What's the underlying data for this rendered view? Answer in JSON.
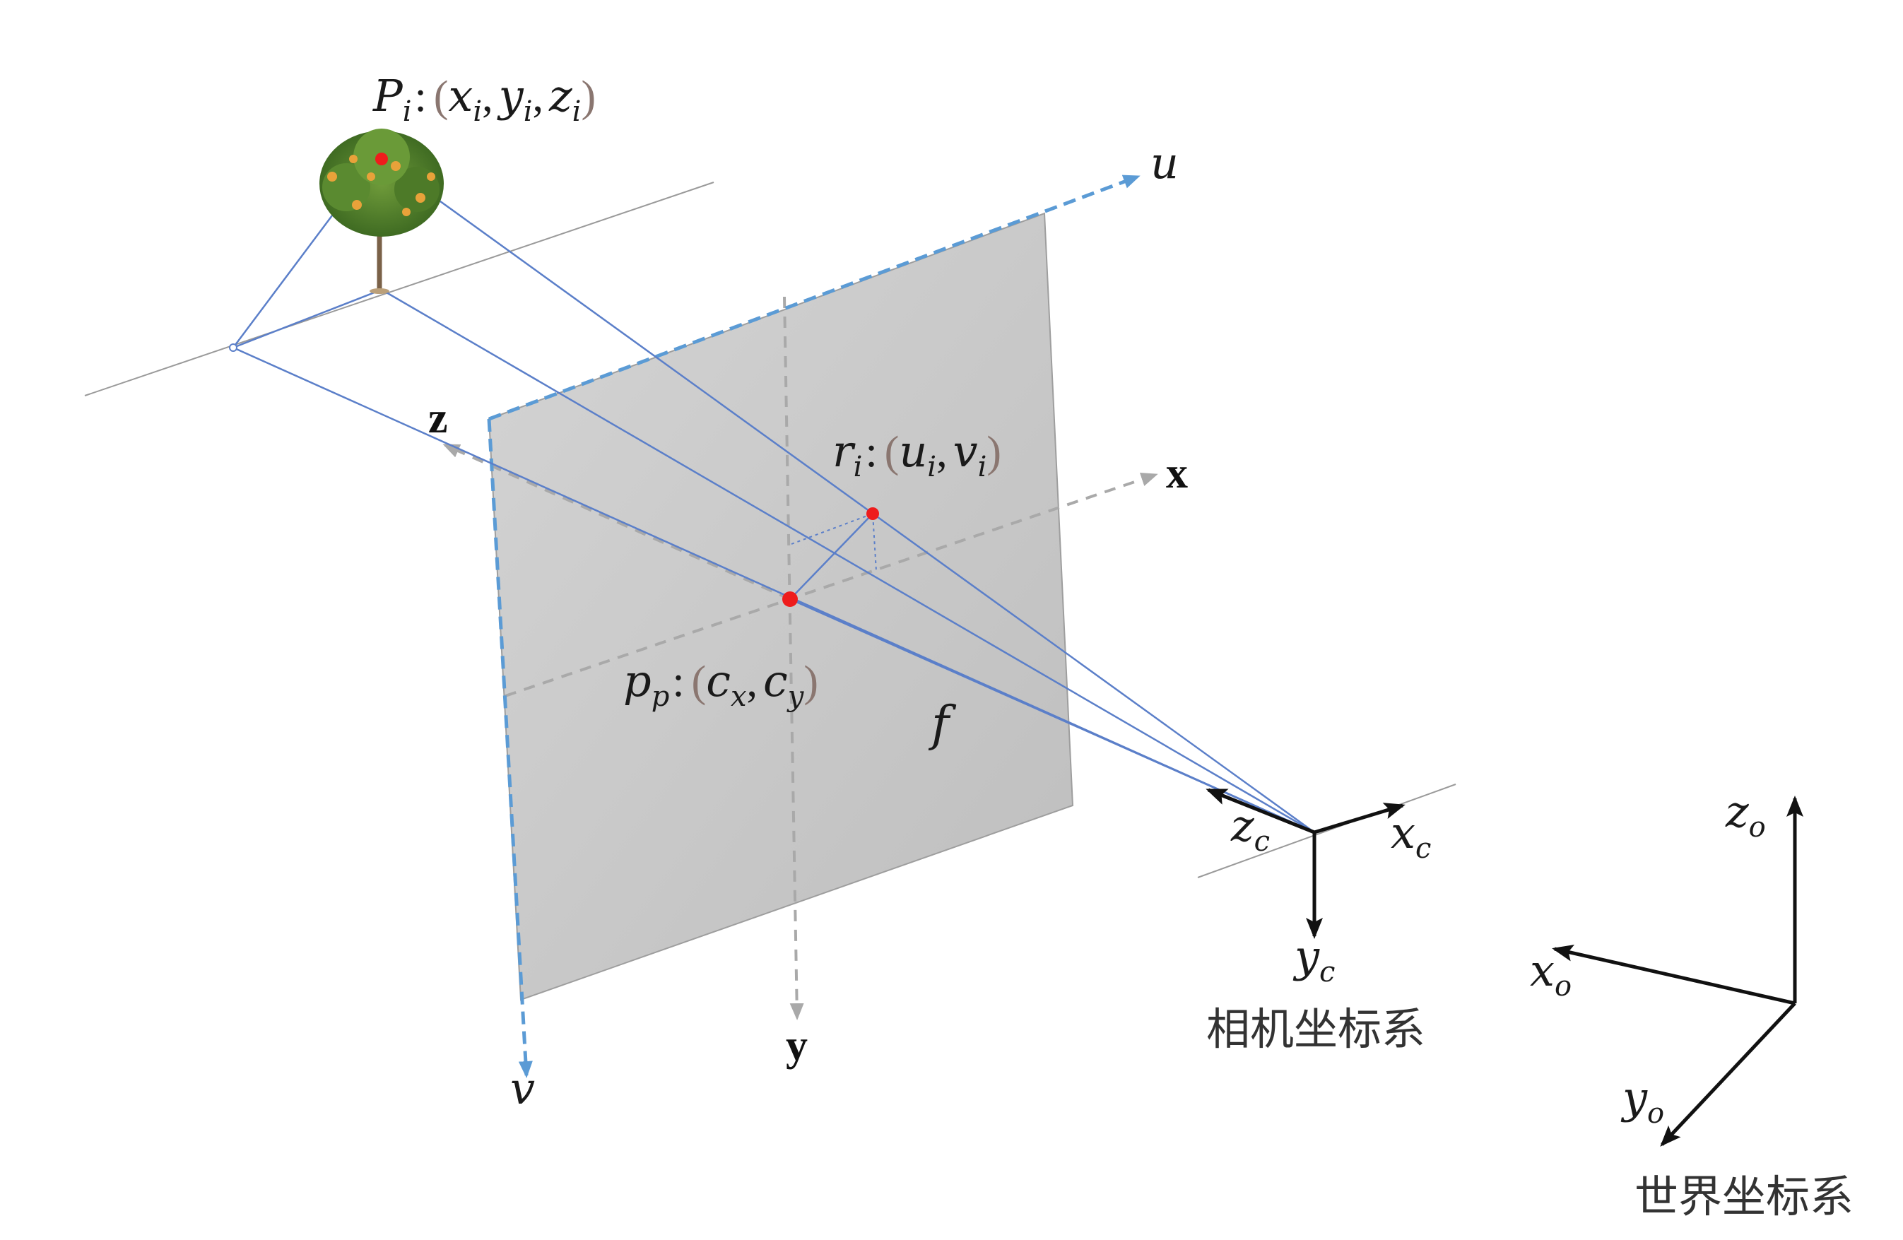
{
  "labels": {
    "point_world_name": "P",
    "point_world_sub": "i",
    "point_world_coords": [
      "x",
      "i",
      "y",
      "i",
      "z",
      "i"
    ],
    "image_point_name": "r",
    "image_point_sub": "i",
    "image_point_coords": [
      "u",
      "i",
      "v",
      "i"
    ],
    "principal_point_name": "p",
    "principal_point_sub": "p",
    "principal_point_coords": [
      "c",
      "x",
      "c",
      "y"
    ],
    "focal": "f",
    "axis_u": "u",
    "axis_v": "v",
    "axis_x": "x",
    "axis_y": "y",
    "axis_z": "z",
    "cam_x": "x",
    "cam_x_sub": "c",
    "cam_y": "y",
    "cam_y_sub": "c",
    "cam_z": "z",
    "cam_z_sub": "c",
    "world_x": "x",
    "world_x_sub": "o",
    "world_y": "y",
    "world_y_sub": "o",
    "world_z": "z",
    "world_z_sub": "o",
    "camera_frame": "相机坐标系",
    "world_frame": "世界坐标系",
    "punct_colon": ":",
    "punct_open": "(",
    "punct_close": ")",
    "punct_comma": ","
  },
  "colors": {
    "ray": "#5b7fc9",
    "image_axis": "#5b9bd5",
    "dashed_axis": "#a9a9a9",
    "plane": "#c9c9c9",
    "point": "#ee1c1c",
    "frame": "#111111"
  },
  "icons": {
    "tree": "orange-tree-icon"
  }
}
